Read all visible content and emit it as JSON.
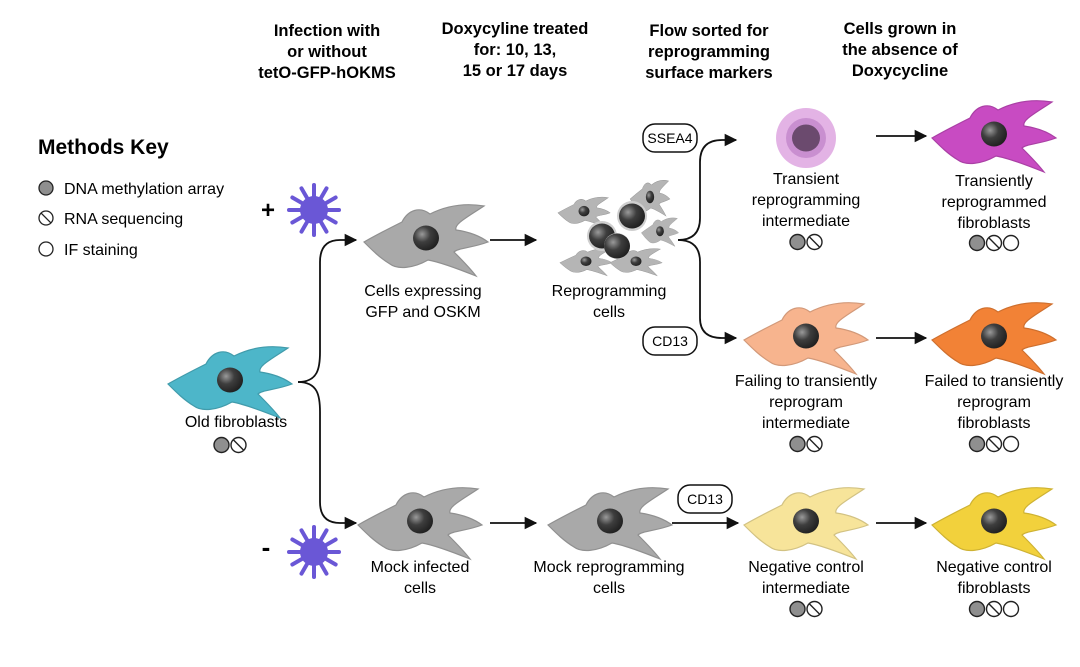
{
  "headers": {
    "infection": [
      "Infection with",
      "or without",
      "tetO-GFP-hOKMS"
    ],
    "doxycycline": [
      "Doxycyline treated",
      "for: 10, 13,",
      "15 or 17 days"
    ],
    "flow_sort": [
      "Flow sorted for",
      "reprogramming",
      "surface markers"
    ],
    "grown": [
      "Cells grown in",
      "the absence of",
      "Doxycycline"
    ]
  },
  "methods_key": {
    "title": "Methods Key",
    "items": [
      {
        "label": "DNA methylation array",
        "symbol": "filled-circle-icon"
      },
      {
        "label": "RNA sequencing",
        "symbol": "slashed-circle-icon"
      },
      {
        "label": "IF staining",
        "symbol": "open-circle-icon"
      }
    ]
  },
  "signs": {
    "plus": "+",
    "minus": "-"
  },
  "markers": {
    "ssea4": "SSEA4",
    "cd13_upper": "CD13",
    "cd13_lower": "CD13"
  },
  "cells": {
    "old_fibroblasts": {
      "label": [
        "Old fibroblasts"
      ],
      "methods": [
        "filled",
        "slashed"
      ],
      "color": "#4db6c9"
    },
    "cells_expressing": {
      "label": [
        "Cells expressing",
        "GFP and OSKM"
      ],
      "methods": [],
      "color": "#a9a9a9"
    },
    "reprogramming_cells": {
      "label": [
        "Reprogramming",
        "cells"
      ],
      "methods": [],
      "color": "#b5b5b5"
    },
    "transient_intermediate": {
      "label": [
        "Transient",
        "reprogramming",
        "intermediate"
      ],
      "methods": [
        "filled",
        "slashed"
      ],
      "color": "#e3b3e5"
    },
    "transiently_reprogrammed": {
      "label": [
        "Transiently",
        "reprogrammed",
        "fibroblasts"
      ],
      "methods": [
        "filled",
        "slashed",
        "open"
      ],
      "color": "#c84bc2"
    },
    "failing_intermediate": {
      "label": [
        "Failing to transiently",
        "reprogram",
        "intermediate"
      ],
      "methods": [
        "filled",
        "slashed"
      ],
      "color": "#f7b48e"
    },
    "failed_fibroblasts": {
      "label": [
        "Failed to transiently",
        "reprogram",
        "fibroblasts"
      ],
      "methods": [
        "filled",
        "slashed",
        "open"
      ],
      "color": "#f28236"
    },
    "mock_infected": {
      "label": [
        "Mock infected",
        "cells"
      ],
      "methods": [],
      "color": "#a9a9a9"
    },
    "mock_reprogramming": {
      "label": [
        "Mock reprogramming",
        "cells"
      ],
      "methods": [],
      "color": "#a9a9a9"
    },
    "negative_intermediate": {
      "label": [
        "Negative control",
        "intermediate"
      ],
      "methods": [
        "filled",
        "slashed"
      ],
      "color": "#f7e49a"
    },
    "negative_fibroblasts": {
      "label": [
        "Negative control",
        "fibroblasts"
      ],
      "methods": [
        "filled",
        "slashed",
        "open"
      ],
      "color": "#f2d13c"
    }
  },
  "colors": {
    "virus": "#6a57d6",
    "nucleus": "#3b3b3b",
    "arrow": "#111111"
  }
}
